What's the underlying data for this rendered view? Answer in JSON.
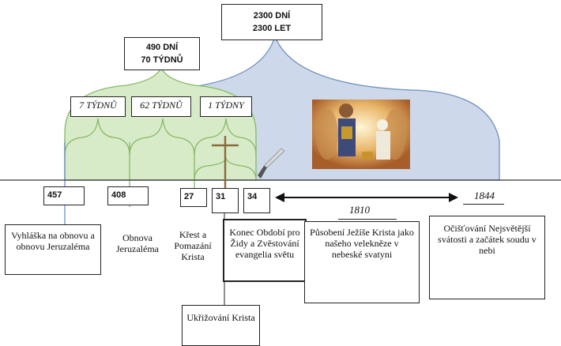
{
  "periods": {
    "total_days": "2300 DNÍ",
    "total_years": "2300 LET",
    "weeks_days": "490 DNÍ",
    "weeks_count": "70 TÝDNŮ",
    "seg_7": "7 TÝDNŮ",
    "seg_62": "62 TÝDNŮ",
    "seg_1": "1 TÝDNY"
  },
  "years": {
    "y457": "457",
    "y408": "408",
    "y27": "27",
    "y31": "31",
    "y34": "34",
    "y1810": "1810",
    "y1844": "1844"
  },
  "events": {
    "decree": "Vyhláška na obnovu a obnovu Jeruzaléma",
    "restoration": "Obnova Jeruzaléma",
    "baptism": "Křest a Pomazání Krista",
    "crucifixion": "Ukřižování Krista",
    "end_period": "Konec Období pro Židy a Zvěstování evangelia světu",
    "ministry": "Působení Ježíše Krista jako našeho velekněze v nebeské svatyni",
    "cleansing": "Očišťování Nejsvětější svátosti a začátek soudu v nebi"
  },
  "image": {
    "icon": "high-priest-painting"
  },
  "colors": {
    "blue_dome": "#cdd9ea",
    "green_dome": "#d8ebc8",
    "green_line": "#86b866",
    "blue_line": "#6f8fbd"
  }
}
